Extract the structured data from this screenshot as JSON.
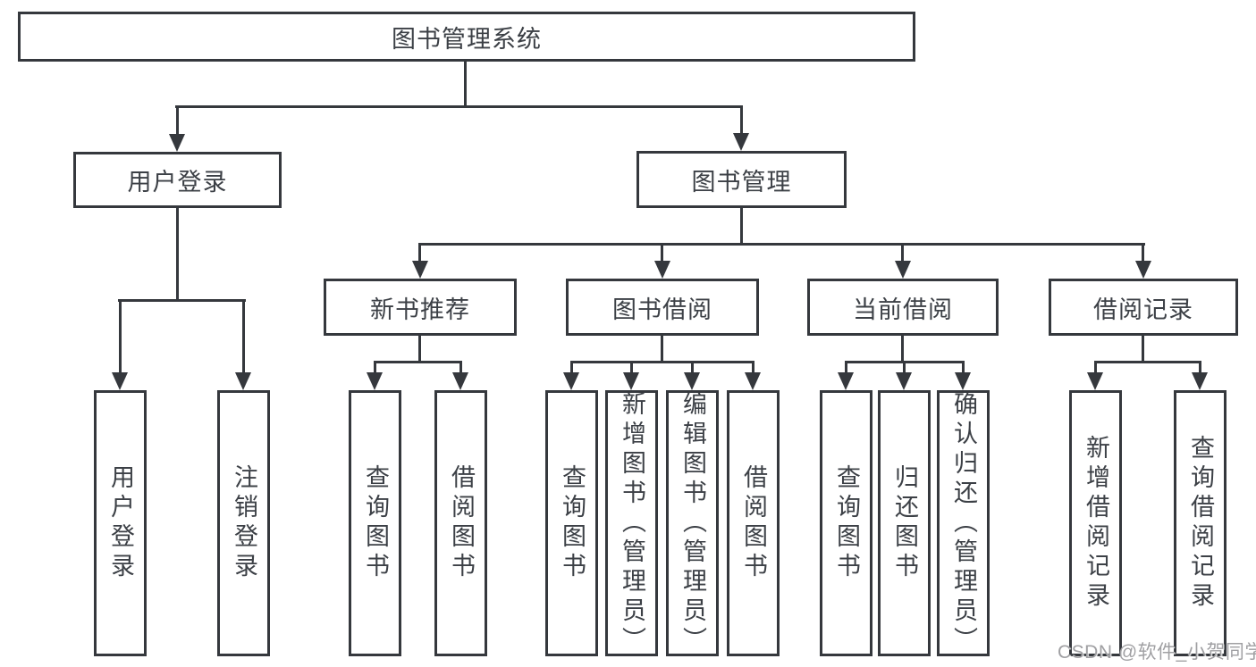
{
  "root": {
    "label": "图书管理系统"
  },
  "branches": {
    "user_login": {
      "label": "用户登录",
      "leaves": [
        "用户登录",
        "注销登录"
      ]
    },
    "book_mgmt": {
      "label": "图书管理"
    }
  },
  "groups": {
    "new_book": {
      "label": "新书推荐",
      "leaves": [
        "查询图书",
        "借阅图书"
      ]
    },
    "book_borrow": {
      "label": "图书借阅",
      "leaves": [
        "查询图书",
        "新增图书（管理员）",
        "编辑图书（管理员）",
        "借阅图书"
      ]
    },
    "current_borrow": {
      "label": "当前借阅",
      "leaves": [
        "查询图书",
        "归还图书",
        "确认归还（管理员）"
      ]
    },
    "borrow_record": {
      "label": "借阅记录",
      "leaves": [
        "新增借阅记录",
        "查询借阅记录"
      ]
    }
  },
  "watermark": "CSDN @软件_小贺同学",
  "colors": {
    "line": "#35383d",
    "text": "#3c4046",
    "background": "#ffffff",
    "watermark": "#a0a0a3"
  }
}
